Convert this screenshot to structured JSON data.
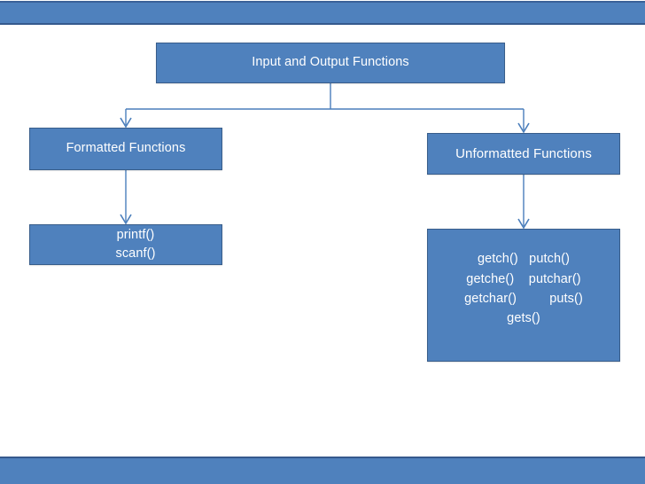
{
  "slide": {
    "background_color": "#ffffff",
    "banner_color": "#4F81BD",
    "banner_border_color": "#385D8A"
  },
  "theme": {
    "node_fill": "#4F81BD",
    "node_border": "#385D8A",
    "node_text": "#FFFFFF",
    "connector_color": "#4A7EBB"
  },
  "diagram": {
    "root": {
      "label": "Input and Output Functions"
    },
    "branches": [
      {
        "title": "Formatted Functions",
        "functions": "printf()\nscanf()"
      },
      {
        "title": "Unformatted Functions",
        "functions": "getch()   putch()\ngetche()    putchar()\ngetchar()         puts()\ngets()"
      }
    ]
  }
}
